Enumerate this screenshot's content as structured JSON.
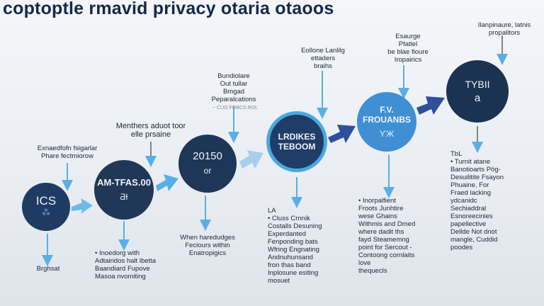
{
  "title": "coptoptle rmavid privacy otaria otaoos",
  "nodes": [
    {
      "label": "ICS",
      "sub": "⁂"
    },
    {
      "label": "AM-TFAS.00",
      "sub": "ƋƗ"
    },
    {
      "label": "20150",
      "sub": "or"
    },
    {
      "label": "LRDIKES\nTEBOOM",
      "sub": ""
    },
    {
      "label": "F.V. FROUANBS",
      "sub": "ƳЖ"
    },
    {
      "label": "TYBII",
      "sub": "a"
    }
  ],
  "labels_above": [
    "Exnaedfofn fsigarlar\nPhare fectmiorow",
    "Menthers aduot toor\nelle prsaine",
    "Bundiolare\nOut tullar\nBmgad\nPeparalcations",
    "Eollone Lanlilg\nettaders\nbraihs",
    "Esaurge\nPfatlel\nbe blae fioure\nIropairics",
    "Ilanpinaure, latnis\npropalitors"
  ],
  "faint_note": "~ CUO FOBCS ROL",
  "labels_below": [
    "Brghsat",
    "• Inoedorg with\nAdtairidos halt ibetta\nBaandiard Fupove\nMasoa nvomiting",
    "When haredudges\nFeciours within\nEnatropigics",
    "LA\n• Cluss Crnnik\nCostalls Desuning\nExperdanted\nFenponding bats\nWfring Engnating\nAndnuhunsand\nfron thas band\nInplosune esiting\nmosuet",
    "• Inorpalfient\nFroots Junhtire\nwese Ghains\nWithmis and Dmed\nwhere dadit ths\nfayd Steamemng\npoint for Sercout -\nContoong cornlaits\nlove\nthequecls",
    "TbL\n• Turnit atane\nBanotioarts Pög-\nDesuilitite Fsayon\nPhuaine, For\nFraed lacking\nydcanidc\nSechiaddral\nEsnoreecinies\npapellective\nDellde Not dnot\nmangle, Cuddid\npoodes"
  ],
  "colors": {
    "title": "#16294a",
    "arrow_light": "#6eb8ec",
    "arrow_dark": "#2f4f9a",
    "connector": "#5aaee6",
    "node_dark": "#1f3b63",
    "node_blue": "#3f8fd2",
    "ring": "#4aa8e0"
  }
}
